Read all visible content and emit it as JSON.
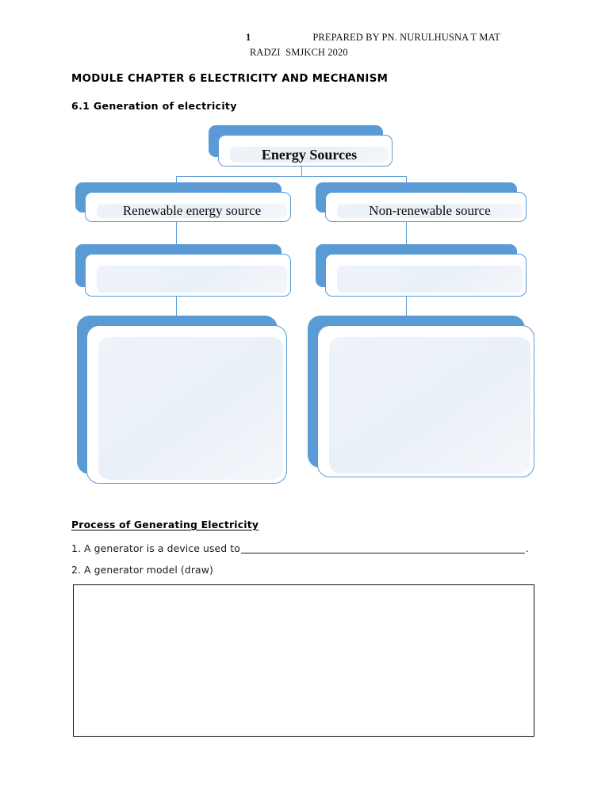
{
  "header": {
    "page_number": "1",
    "prepared_by": "PREPARED BY PN. NURULHUSNA T MAT",
    "prepared_by_cont": "RADZI  SMJKCH 2020"
  },
  "titles": {
    "module": "MODULE CHAPTER 6 ELECTRICITY AND MECHANISM",
    "section": "6.1 Generation of electricity"
  },
  "diagram": {
    "root": {
      "label": "Energy Sources"
    },
    "branches": [
      {
        "label": "Renewable energy source",
        "answer_box_small": "",
        "answer_box_large": ""
      },
      {
        "label": "Non-renewable source",
        "answer_box_small": "",
        "answer_box_large": ""
      }
    ]
  },
  "process": {
    "heading": "Process of Generating Electricity",
    "item1_prefix": "1. A generator is a device used to",
    "item1_suffix": ".",
    "item2": "2. A generator model (draw)",
    "draw_area_value": ""
  },
  "colors": {
    "accent_blue": "#5B9BD5",
    "box_fill": "#EEF3F9",
    "border_black": "#111111",
    "text": "#000000"
  }
}
